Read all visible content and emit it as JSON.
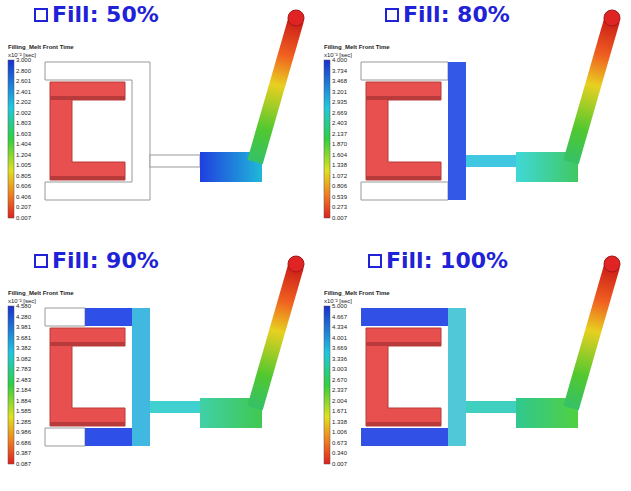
{
  "diagram": {
    "labels": [
      "Fill: 50%",
      "Filling_Melt Front Time",
      "x10⁻² [sec]",
      "3.000",
      "2.800",
      "2.601",
      "2.401",
      "2.202",
      "2.002",
      "1.803",
      "1.603",
      "1.404",
      "1.204",
      "1.005",
      "0.805",
      "0.606",
      "0.406",
      "0.207",
      "0.007",
      "Fill: 80%",
      "Filling_Melt Front Time",
      "x10⁻² [sec]",
      "4.000",
      "3.734",
      "3.468",
      "3.201",
      "2.935",
      "2.669",
      "2.403",
      "2.137",
      "1.870",
      "1.604",
      "1.338",
      "1.072",
      "0.806",
      "0.539",
      "0.273",
      "0.007",
      "Fill: 90%",
      "Filling_Melt Front Time",
      "x10⁻² [sec]",
      "4.580",
      "4.280",
      "3.981",
      "3.681",
      "3.382",
      "3.082",
      "2.783",
      "2.483",
      "2.184",
      "1.884",
      "1.585",
      "1.285",
      "0.986",
      "0.686",
      "0.387",
      "0.087",
      "Fill: 100%",
      "Filling_Melt Front Time",
      "x10⁻² [sec]",
      "5.000",
      "4.667",
      "4.334",
      "4.001",
      "3.669",
      "3.336",
      "3.003",
      "2.670",
      "2.337",
      "2.004",
      "1.671",
      "1.338",
      "1.006",
      "0.673",
      "0.340",
      "0.007"
    ]
  }
}
